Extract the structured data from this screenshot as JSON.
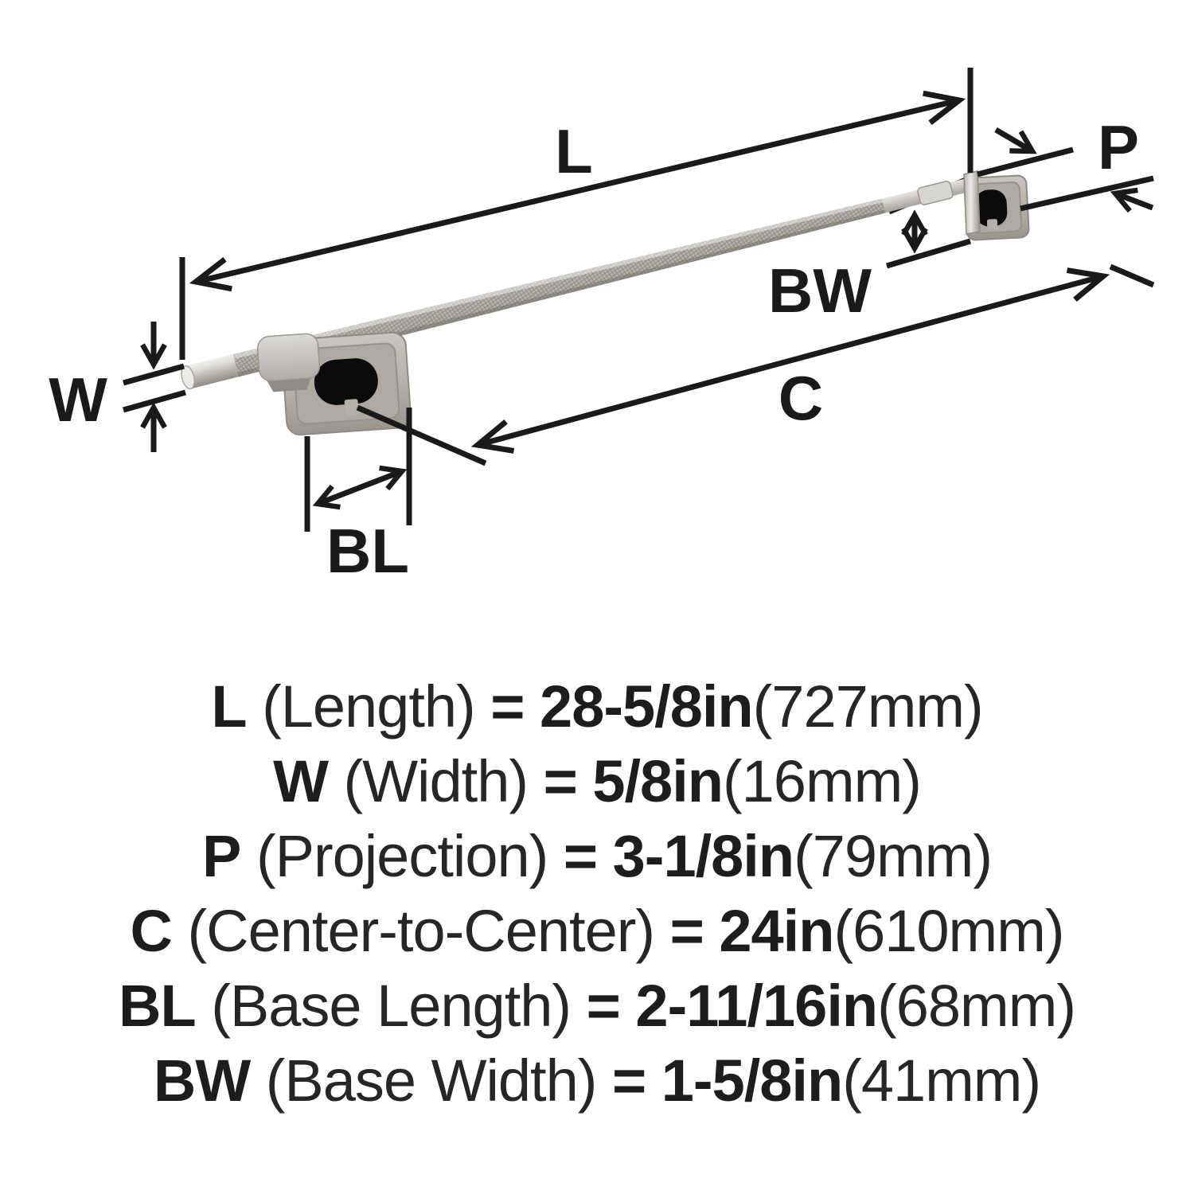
{
  "page": {
    "background": "#ffffff"
  },
  "colors": {
    "line": "#1a1a1a",
    "text": "#1d1d1d",
    "metal_light": "#f2f1ef",
    "metal_mid": "#b9b6b0",
    "metal_dark": "#8b8883",
    "base_face": "#b5b1ab",
    "hole": "#0b0b0b"
  },
  "diagram": {
    "labels": {
      "l": "L",
      "w": "W",
      "p": "P",
      "c": "C",
      "bl": "BL",
      "bw": "BW"
    }
  },
  "specs": [
    {
      "code": "L",
      "name": "(Length)",
      "eq": "=",
      "imperial": "28-5/8in",
      "metric": "(727mm)"
    },
    {
      "code": "W",
      "name": "(Width)",
      "eq": "=",
      "imperial": "5/8in",
      "metric": "(16mm)"
    },
    {
      "code": "P",
      "name": "(Projection)",
      "eq": "=",
      "imperial": "3-1/8in",
      "metric": "(79mm)"
    },
    {
      "code": "C",
      "name": "(Center-to-Center)",
      "eq": "=",
      "imperial": "24in",
      "metric": "(610mm)"
    },
    {
      "code": "BL",
      "name": "(Base Length)",
      "eq": "=",
      "imperial": "2-11/16in",
      "metric": "(68mm)"
    },
    {
      "code": "BW",
      "name": "(Base Width)",
      "eq": "=",
      "imperial": "1-5/8in",
      "metric": "(41mm)"
    }
  ]
}
